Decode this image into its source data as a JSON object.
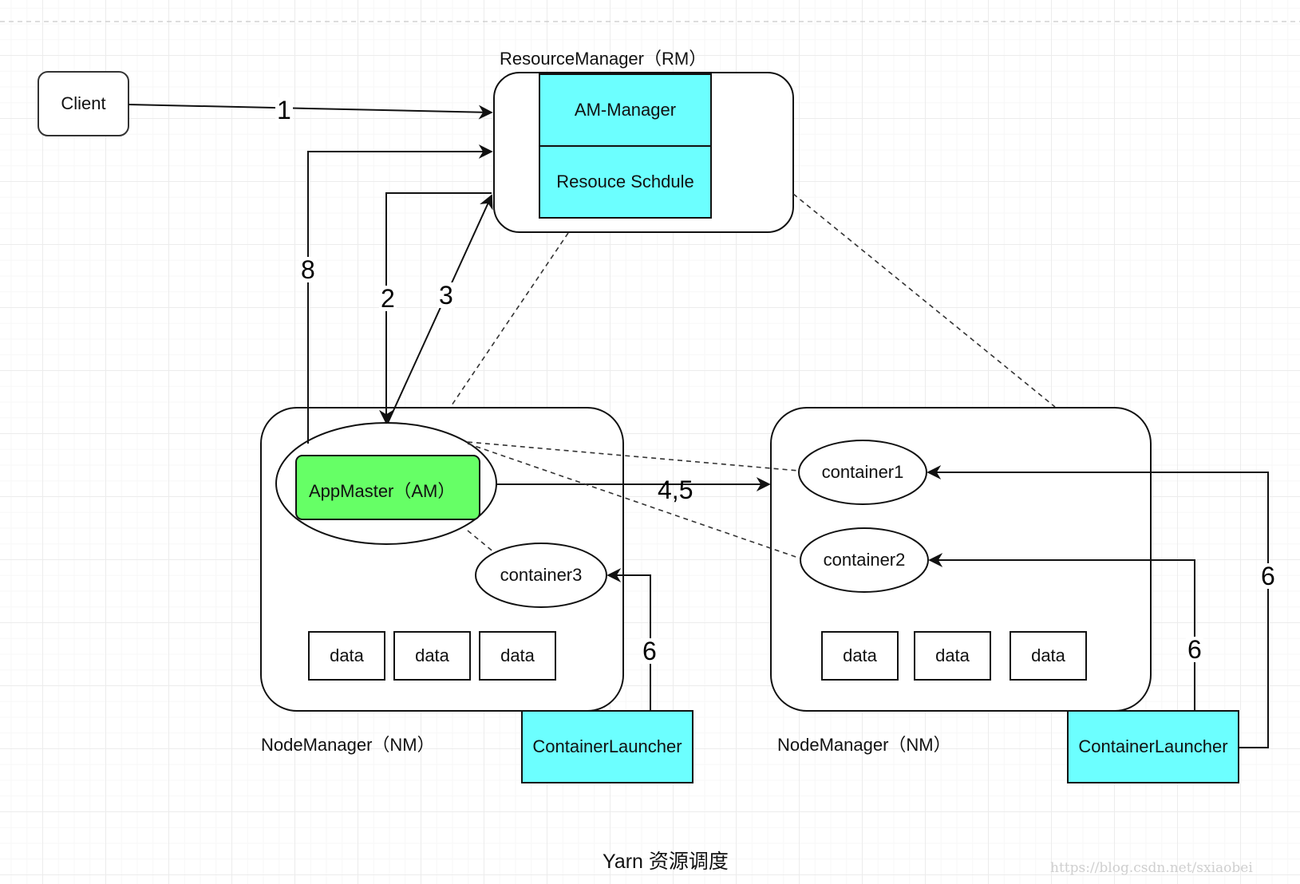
{
  "diagram": {
    "title": "Yarn 资源调度",
    "watermark": "https://blog.csdn.net/sxiaobei",
    "colors": {
      "cyan": "#6cffff",
      "green": "#66ff66",
      "stroke": "#111111"
    },
    "nodes": {
      "client": "Client",
      "resource_manager": "ResourceManager（RM）",
      "am_manager": "AM-Manager",
      "resource_schedule": "Resouce Schdule",
      "app_master": "AppMaster（AM）",
      "node_manager_1": "NodeManager（NM）",
      "node_manager_2": "NodeManager（NM）",
      "container1": "container1",
      "container2": "container2",
      "container3": "container3",
      "container_launcher_1": "ContainerLauncher",
      "container_launcher_2": "ContainerLauncher",
      "data_nm1": [
        "data",
        "data",
        "data"
      ],
      "data_nm2": [
        "data",
        "data",
        "data"
      ]
    },
    "edges": [
      {
        "from": "Client",
        "to": "ResourceManager",
        "label": "1"
      },
      {
        "from": "ResourceManager",
        "to": "AppMaster",
        "label": "2"
      },
      {
        "from": "AppMaster",
        "to": "ResourceManager",
        "label": "3"
      },
      {
        "from": "AppMaster",
        "to": "NodeManager",
        "label": "4,5"
      },
      {
        "from": "ContainerLauncher",
        "to": "container3",
        "label": "6"
      },
      {
        "from": "ContainerLauncher",
        "to": "container2",
        "label": "6"
      },
      {
        "from": "ContainerLauncher",
        "to": "container1",
        "label": "6"
      },
      {
        "from": "AppMaster",
        "to": "ResourceManager",
        "label": "8"
      }
    ]
  }
}
